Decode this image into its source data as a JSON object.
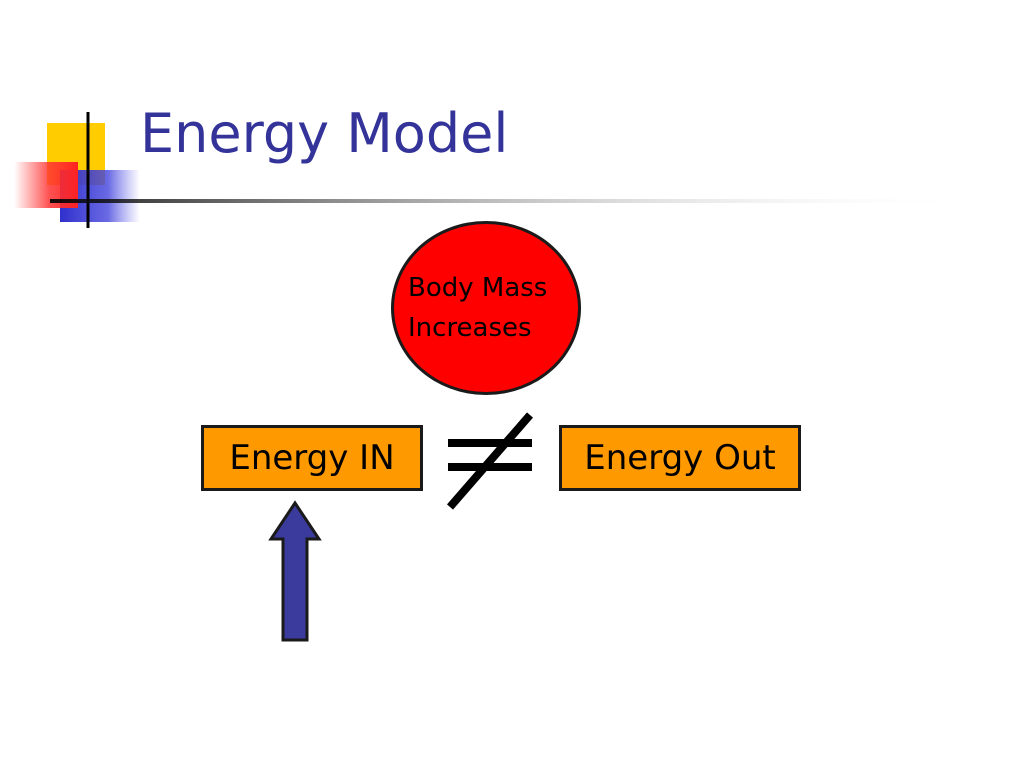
{
  "slide": {
    "title": "Energy Model"
  },
  "diagram": {
    "circle_label": "Body Mass\nIncreases",
    "left_box": "Energy IN",
    "right_box": "Energy Out",
    "relation_symbol": "not-equal-sign",
    "arrow": "up-arrow"
  },
  "colors": {
    "title": "#333399",
    "circle_fill": "#ff0000",
    "box_fill": "#ff9900",
    "arrow_fill": "#3b3b9e",
    "accent_yellow": "#ffcc00",
    "accent_blue": "#3333cc"
  }
}
